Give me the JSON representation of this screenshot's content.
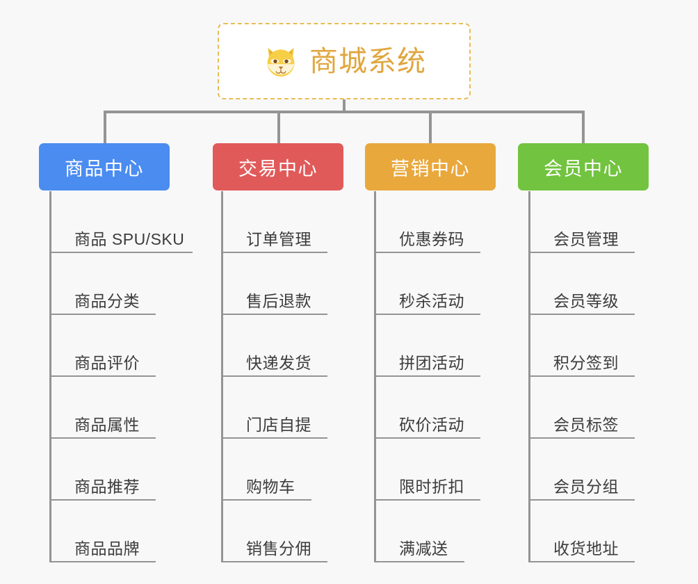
{
  "diagram": {
    "background_color": "#f8f8f8",
    "connector_color": "#949494",
    "root": {
      "title": "商城系统",
      "icon": "shiba-dog-face-icon",
      "text_color": "#e0a63e",
      "border_color": "#e9bc54",
      "fill_color": "#ffffff"
    },
    "branches": [
      {
        "label": "商品中心",
        "color": "#4a8cf0",
        "items": [
          "商品 SPU/SKU",
          "商品分类",
          "商品评价",
          "商品属性",
          "商品推荐",
          "商品品牌"
        ]
      },
      {
        "label": "交易中心",
        "color": "#e15a5a",
        "items": [
          "订单管理",
          "售后退款",
          "快递发货",
          "门店自提",
          "购物车",
          "销售分佣"
        ]
      },
      {
        "label": "营销中心",
        "color": "#e9a83c",
        "items": [
          "优惠券码",
          "秒杀活动",
          "拼团活动",
          "砍价活动",
          "限时折扣",
          "满减送"
        ]
      },
      {
        "label": "会员中心",
        "color": "#72c33f",
        "items": [
          "会员管理",
          "会员等级",
          "积分签到",
          "会员标签",
          "会员分组",
          "收货地址"
        ]
      }
    ]
  }
}
